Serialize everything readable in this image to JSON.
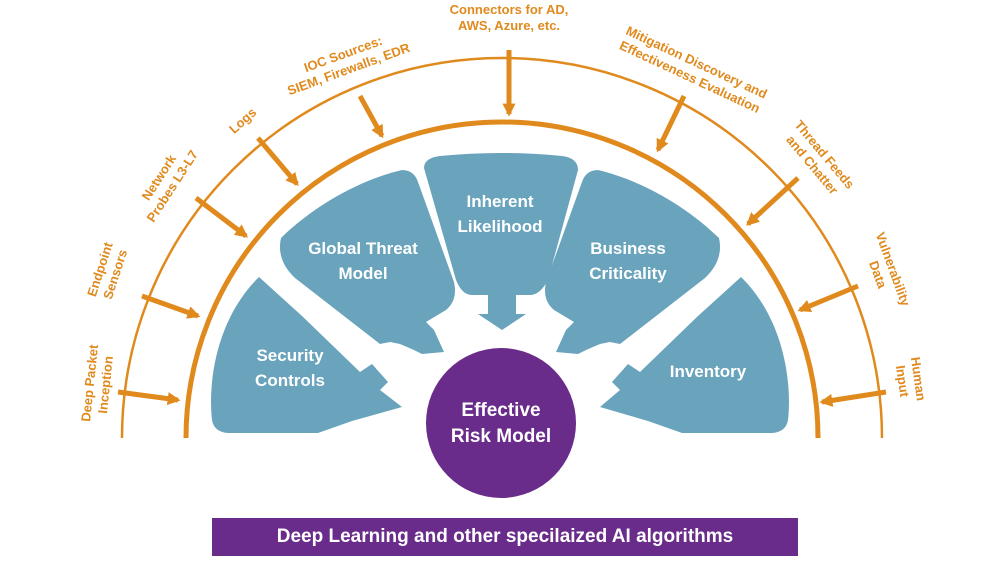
{
  "colors": {
    "orange": "#E08A1E",
    "blue": "#69A3BC",
    "purple": "#6A2C8A"
  },
  "center": {
    "line1": "Effective",
    "line2": "Risk Model"
  },
  "segments": [
    {
      "line1": "Security",
      "line2": "Controls"
    },
    {
      "line1": "Global Threat",
      "line2": "Model"
    },
    {
      "line1": "Inherent",
      "line2": "Likelihood"
    },
    {
      "line1": "Business",
      "line2": "Criticality"
    },
    {
      "line1": "Inventory",
      "line2": ""
    }
  ],
  "sources": [
    {
      "line1": "Deep Packet",
      "line2": "Inception"
    },
    {
      "line1": "Endpoint",
      "line2": "Sensors"
    },
    {
      "line1": "Network",
      "line2": "Probes L3-L7"
    },
    {
      "line1": "Logs",
      "line2": ""
    },
    {
      "line1": "IOC Sources:",
      "line2": "SIEM, Firewalls, EDR"
    },
    {
      "line1": "Connectors for AD,",
      "line2": "AWS, Azure, etc."
    },
    {
      "line1": "Mitigation Discovery and",
      "line2": "Effectiveness Evaluation"
    },
    {
      "line1": "Thread Feeds",
      "line2": "and Chatter"
    },
    {
      "line1": "Vulnerability",
      "line2": "Data"
    },
    {
      "line1": "Human",
      "line2": "Input"
    }
  ],
  "footer": {
    "text": "Deep Learning and other specilaized AI algorithms"
  }
}
